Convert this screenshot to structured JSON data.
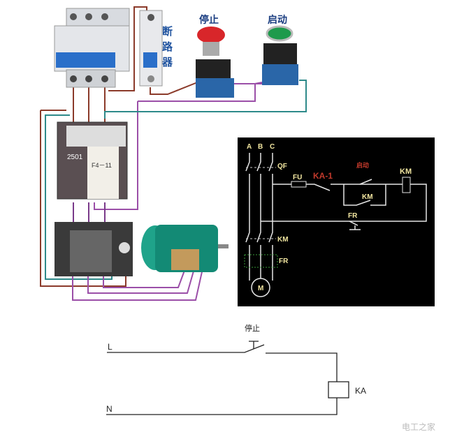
{
  "photo": {
    "breaker_label": [
      "断",
      "路",
      "器"
    ],
    "stop_button_label": "停止",
    "start_button_label": "启动",
    "contactor_model": "2501",
    "aux_contact_model": "F4－11"
  },
  "schematic": {
    "phases": [
      "A",
      "B",
      "C"
    ],
    "qf": "QF",
    "fu": "FU",
    "ka_contact": "KA-1",
    "start_label": "启动",
    "km_coil": "KM",
    "km_hold": "KM",
    "fr_contact": "FR",
    "km_main": "KM",
    "fr_main": "FR",
    "motor": "M"
  },
  "control_circuit": {
    "line_label": "L",
    "neutral_label": "N",
    "stop_label": "停止",
    "relay_label": "KA"
  },
  "watermark": "电工之家",
  "colors": {
    "panel_bg": "#000000",
    "schematic_line": "#e6e6e6",
    "label_yellow": "#f2e6a0",
    "label_red": "#c0392b",
    "wire_brown": "#8b3a2a",
    "wire_purple": "#9b4fa8",
    "wire_teal": "#2e8a8a"
  }
}
